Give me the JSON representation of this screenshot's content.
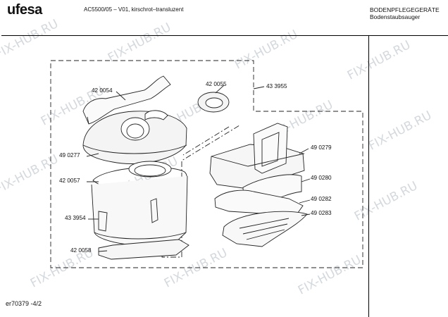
{
  "header": {
    "brand": "ufesa",
    "model": "AC5500/05 – V01, kirschrot–transluzent",
    "category": "BODENPFLEGEGERÄTE",
    "subcategory": "Bodenstaubsauger"
  },
  "parts": [
    {
      "id": "p420054",
      "label": "42 0054"
    },
    {
      "id": "p420055",
      "label": "42 0055"
    },
    {
      "id": "p433955",
      "label": "43 3955"
    },
    {
      "id": "p490277",
      "label": "49 0277"
    },
    {
      "id": "p420057",
      "label": "42 0057"
    },
    {
      "id": "p433954",
      "label": "43 3954"
    },
    {
      "id": "p420058",
      "label": "42 0058"
    },
    {
      "id": "p490279",
      "label": "49 0279"
    },
    {
      "id": "p490280",
      "label": "49 0280"
    },
    {
      "id": "p490282",
      "label": "49 0282"
    },
    {
      "id": "p490283",
      "label": "49 0283"
    }
  ],
  "watermark": "FIX-HUB.RU",
  "footer": "er70379 -4/2"
}
